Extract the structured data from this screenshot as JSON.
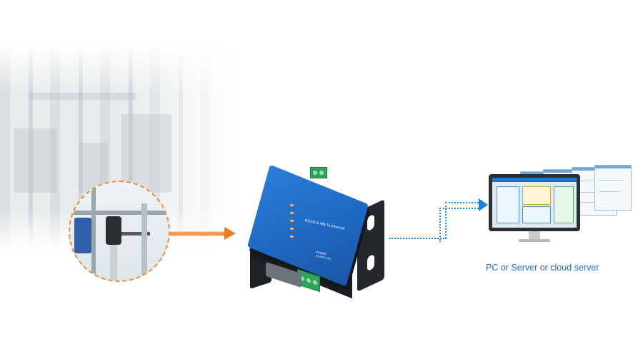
{
  "diagram": {
    "device_labels": {
      "model": "RS232 & 485 To Ethernet",
      "power": "POWER",
      "voltage": "5V1/5V-12V"
    },
    "caption": "PC or Server or cloud server"
  },
  "colors": {
    "arrow_orange": "#f07a1f",
    "link_blue": "#1e90e0",
    "caption_blue": "#1e6fb5",
    "device_blue": "#2a7fd8",
    "terminal_green": "#2fa35a"
  },
  "icons": {
    "source": "industrial-pump-photo",
    "gateway": "serial-to-ethernet-device",
    "target": "computer-monitor"
  }
}
